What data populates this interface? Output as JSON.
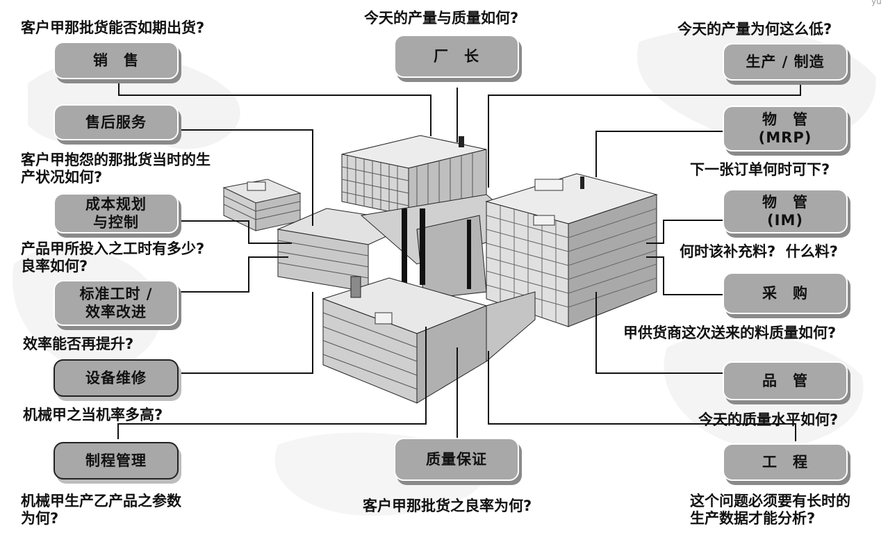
{
  "center": {
    "name": "factory-building",
    "watermark": "yu"
  },
  "departments": {
    "sales": "销　售",
    "plant_manager": "厂　长",
    "production": "生产 / 制造",
    "after_sales": "售后服务",
    "mrp": [
      "物　管",
      "(MRP)"
    ],
    "cost": [
      "成本规划",
      "与控制"
    ],
    "im": [
      "物　管",
      "(IM)"
    ],
    "standard_time": [
      "标准工时 /",
      "效率改进"
    ],
    "purchasing": "采　购",
    "maintenance": "设备维修",
    "quality_mgmt": "品　管",
    "process_mgmt": "制程管理",
    "qa": "质量保证",
    "engineering": "工　程"
  },
  "questions": {
    "sales": "客户甲那批货能否如期出货?",
    "plant_manager": "今天的产量与质量如何?",
    "production": "今天的产量为何这么低?",
    "after_sales": [
      "客户甲抱怨的那批货当时的生",
      "产状况如何?"
    ],
    "mrp": "下一张订单何时可下?",
    "cost": [
      "产品甲所投入之工时有多少?",
      "良率如何?"
    ],
    "im": "何时该补充料?  什么料?",
    "standard_time": "效率能否再提升?",
    "purchasing": "甲供货商这次送来的料质量如何?",
    "maintenance": "机械甲之当机率多高?",
    "quality_mgmt": "今天的质量水平如何?",
    "process_mgmt": [
      "机械甲生产乙产品之参数",
      "为何?"
    ],
    "qa": "客户甲那批货之良率为何?",
    "engineering": [
      "这个问题必须要有长时的",
      "生产数据才能分析?"
    ]
  }
}
